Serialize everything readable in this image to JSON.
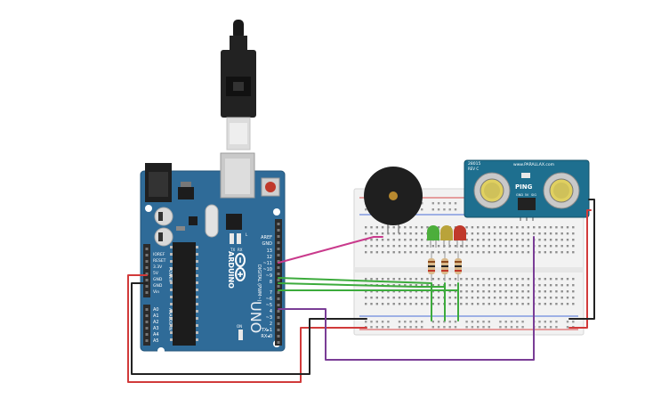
{
  "colors": {
    "board": "#2f6b98",
    "board_edge": "#24557a",
    "header": "#2b2b2b",
    "breadboard": "#f2f2f2",
    "rail_red": "#d84a4a",
    "rail_blue": "#4a6fd8",
    "wire_red": "#d13a3a",
    "wire_black": "#222222",
    "wire_green": "#3cab3c",
    "wire_magenta": "#c93a8c",
    "wire_purple": "#7a3d96",
    "led_green": "#4cae3b",
    "led_yellow": "#b9a33a",
    "led_red": "#c0392b",
    "sensor_board": "#1e6f8f"
  },
  "arduino": {
    "logo": "ARDUINO",
    "model": "UNO",
    "power_label": "POWER",
    "analog_label": "ANALOG IN",
    "digital_label": "DIGITAL (PWM~)",
    "aref": "AREF",
    "gnd": "GND",
    "digital_pins": [
      "13",
      "12",
      "~11",
      "~10",
      "~9",
      "8",
      "7",
      "~6",
      "~5",
      "4",
      "~3",
      "2",
      "TX▸1",
      "RX◂0"
    ],
    "power_pins": [
      "IOREF",
      "RESET",
      "3.3V",
      "5V",
      "GND",
      "GND",
      "Vin"
    ],
    "analog_pins": [
      "A0",
      "A1",
      "A2",
      "A3",
      "A4",
      "A5"
    ],
    "led_tx": "TX",
    "led_rx": "RX",
    "led_l": "L",
    "led_on": "ON"
  },
  "sensor": {
    "brand": "www.PARALLAX.com",
    "rev": "28015",
    "rev_sub": "REV C",
    "name": "PING",
    "pins": [
      "GND",
      "5V",
      "SIG"
    ]
  }
}
